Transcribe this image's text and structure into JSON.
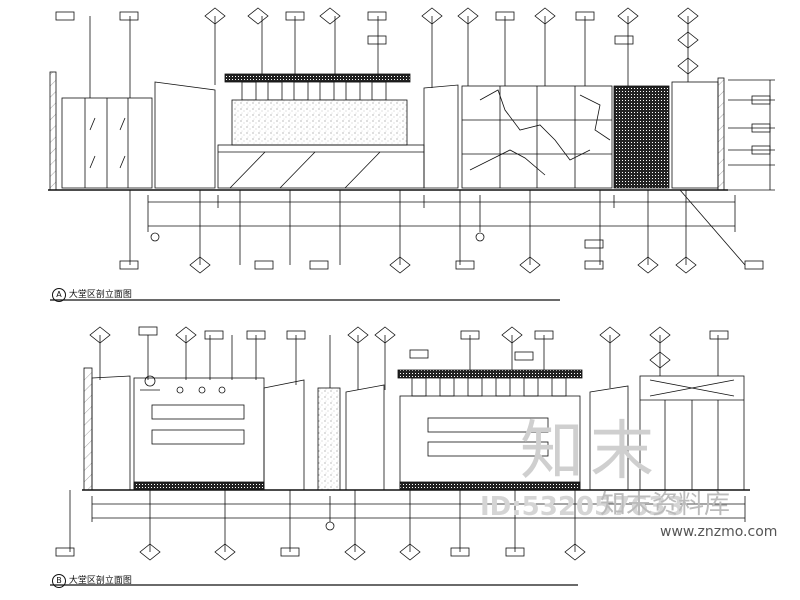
{
  "titles": {
    "a_label": "A",
    "a_text": "大堂区剖立面图",
    "b_label": "B",
    "b_text": "大堂区剖立面图"
  },
  "watermark": {
    "logo": "知末",
    "id_text": "ID:532057633",
    "brand": "知末资料库",
    "url": "www.znzmo.com"
  },
  "colors": {
    "line": "#111111",
    "hatch": "#333333",
    "watermark": "#cfcfcf"
  }
}
